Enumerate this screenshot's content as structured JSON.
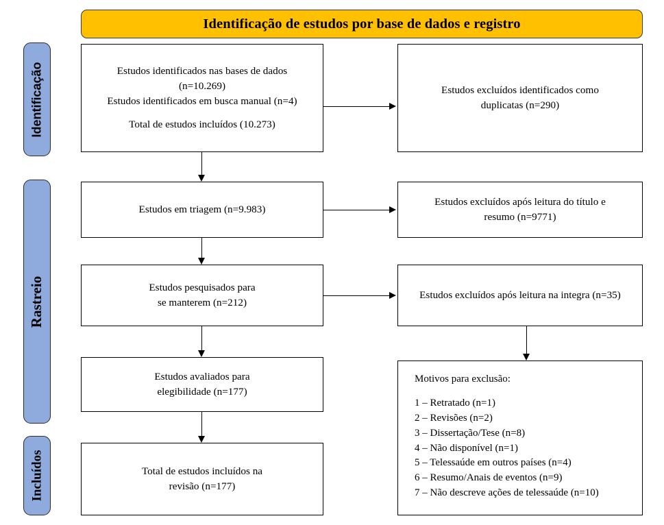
{
  "colors": {
    "header_amber": "#FFC000",
    "stage_pill_blue": "#8FAADC",
    "box_border": "#000000",
    "text": "#000000"
  },
  "header": {
    "title": "Identificação de estudos por base de dados e registro"
  },
  "stages": [
    {
      "id": "identificacao",
      "label": "Identificação"
    },
    {
      "id": "rastreio",
      "label": "Rastreio"
    },
    {
      "id": "incluidos",
      "label": "Incluídos"
    }
  ],
  "boxes": {
    "identified": {
      "line1": "Estudos identificados nas bases de dados",
      "line2": "(n=10.269)",
      "line3": "Estudos identificados em busca manual (n=4)",
      "line4": "Total de estudos incluídos (10.273)"
    },
    "duplicates": {
      "line1": "Estudos excluídos identificados como",
      "line2": "duplicatas (n=290)"
    },
    "screening": {
      "line1": "Estudos em triagem (n=9.983)"
    },
    "excluded_title_abstract": {
      "line1": "Estudos excluídos após leitura do título e",
      "line2": "resumo (n=9771)"
    },
    "sought": {
      "line1": "Estudos pesquisados para",
      "line2": "se manterem (n=212)"
    },
    "excluded_fulltext": {
      "line1": "Estudos excluídos após leitura na integra (n=35)"
    },
    "eligible": {
      "line1": "Estudos avaliados para",
      "line2": "elegibilidade (n=177)"
    },
    "included": {
      "line1": "Total de estudos incluídos na",
      "line2": "revisão (n=177)"
    },
    "reasons": {
      "heading": "Motivos para exclusão:",
      "items": [
        "1 – Retratado (n=1)",
        "2 – Revisões (n=2)",
        "3 – Dissertação/Tese (n=8)",
        "4 – Não disponível (n=1)",
        "5 – Telessaúde em outros países (n=4)",
        "6 – Resumo/Anais de eventos (n=9)",
        "7 – Não descreve ações de telessaúde (n=10)"
      ]
    }
  },
  "chart_data": {
    "type": "diagram",
    "title": "Identificação de estudos por base de dados e registro",
    "nodes": [
      {
        "id": "identified",
        "stage": "Identificação",
        "label": "Estudos identificados nas bases de dados",
        "n": 10269
      },
      {
        "id": "manual",
        "stage": "Identificação",
        "label": "Estudos identificados em busca manual",
        "n": 4
      },
      {
        "id": "total_identified",
        "stage": "Identificação",
        "label": "Total de estudos incluídos",
        "n": 10273
      },
      {
        "id": "duplicates",
        "stage": "Identificação",
        "label": "Estudos excluídos identificados como duplicatas",
        "n": 290
      },
      {
        "id": "screening",
        "stage": "Rastreio",
        "label": "Estudos em triagem",
        "n": 9983
      },
      {
        "id": "excluded_title_abstract",
        "stage": "Rastreio",
        "label": "Estudos excluídos após leitura do título e resumo",
        "n": 9771
      },
      {
        "id": "sought",
        "stage": "Rastreio",
        "label": "Estudos pesquisados para se manterem",
        "n": 212
      },
      {
        "id": "excluded_fulltext",
        "stage": "Rastreio",
        "label": "Estudos excluídos após leitura na integra",
        "n": 35
      },
      {
        "id": "eligible",
        "stage": "Rastreio",
        "label": "Estudos avaliados para elegibilidade",
        "n": 177
      },
      {
        "id": "included",
        "stage": "Incluídos",
        "label": "Total de estudos incluídos na revisão",
        "n": 177
      }
    ],
    "exclusion_reasons": [
      {
        "rank": 1,
        "reason": "Retratado",
        "n": 1
      },
      {
        "rank": 2,
        "reason": "Revisões",
        "n": 2
      },
      {
        "rank": 3,
        "reason": "Dissertação/Tese",
        "n": 8
      },
      {
        "rank": 4,
        "reason": "Não disponível",
        "n": 1
      },
      {
        "rank": 5,
        "reason": "Telessaúde em outros países",
        "n": 4
      },
      {
        "rank": 6,
        "reason": "Resumo/Anais de eventos",
        "n": 9
      },
      {
        "rank": 7,
        "reason": "Não descreve ações de telessaúde",
        "n": 10
      }
    ],
    "edges": [
      {
        "from": "identified",
        "to": "duplicates",
        "direction": "right"
      },
      {
        "from": "identified",
        "to": "screening",
        "direction": "down"
      },
      {
        "from": "screening",
        "to": "excluded_title_abstract",
        "direction": "right"
      },
      {
        "from": "screening",
        "to": "sought",
        "direction": "down"
      },
      {
        "from": "sought",
        "to": "excluded_fulltext",
        "direction": "right"
      },
      {
        "from": "sought",
        "to": "eligible",
        "direction": "down"
      },
      {
        "from": "excluded_fulltext",
        "to": "reasons",
        "direction": "down"
      },
      {
        "from": "eligible",
        "to": "included",
        "direction": "down"
      }
    ]
  }
}
